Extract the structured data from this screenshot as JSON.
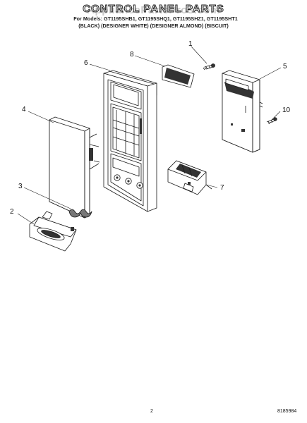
{
  "header": {
    "watermark": "AppliancePartsPros.com",
    "title": "CONTROL PANEL PARTS",
    "models_line": "For Models: GT1195SHB1, GT1195SHQ1, GT1195SHZ1, GT1195SHT1",
    "finishes_line": "(BLACK) (DESIGNER WHITE) (DESIGNER ALMOND) (BISCUIT)"
  },
  "callouts": [
    "1",
    "2",
    "3",
    "4",
    "5",
    "6",
    "7",
    "8",
    "10"
  ],
  "footer": {
    "page_number": "2",
    "doc_number": "8185984"
  },
  "colors": {
    "line": "#1a1a1a",
    "fill": "#ffffff",
    "shade": "#333333"
  }
}
